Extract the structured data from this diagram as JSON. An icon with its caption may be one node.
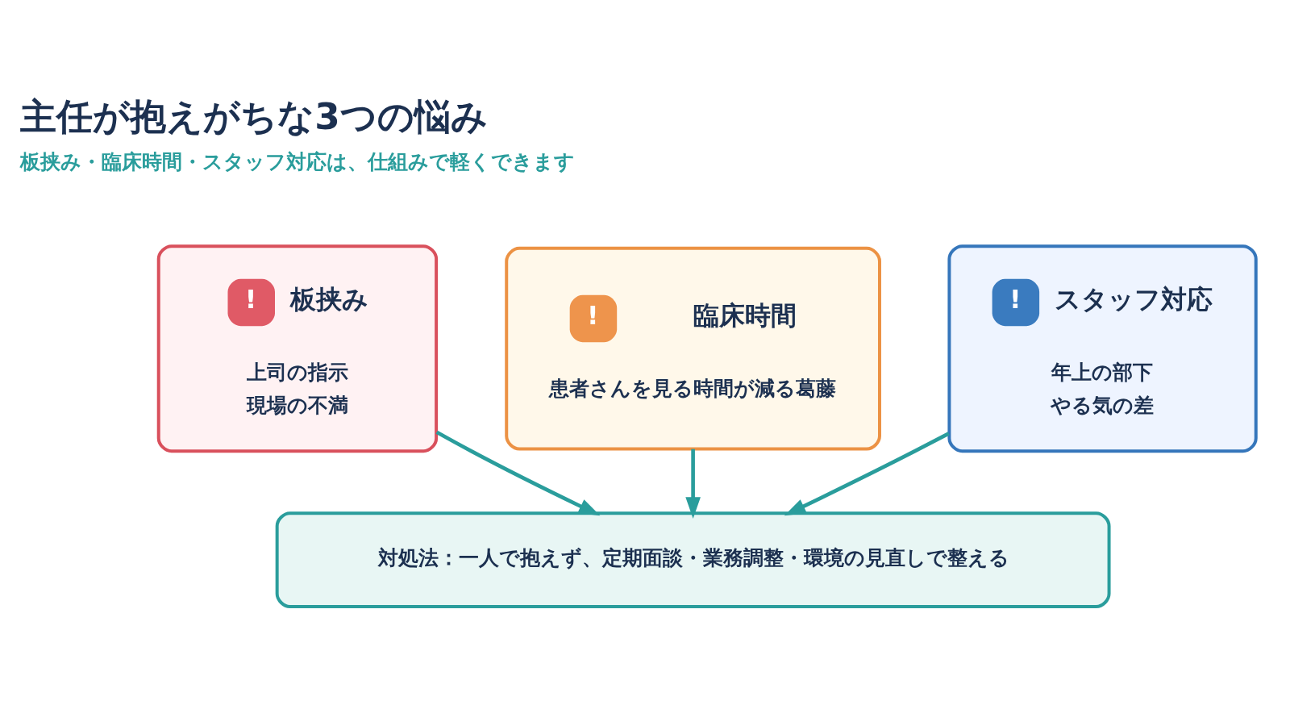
{
  "diagram": {
    "title": "主任が抱えがちな3つの悩み",
    "nodes": [
      {
        "text": [
          "!",
          "板挟み",
          "上司の指示",
          "現場の不満"
        ]
      },
      {
        "text": [
          "!",
          "臨床時間",
          "患者さんを見る時間が減る葛藤"
        ]
      },
      {
        "text": [
          "!",
          "スタッフ対応",
          "年上の部下",
          "やる気の差"
        ]
      },
      {
        "text": [
          "対処法：一人で抱えず、定期面談・業務調整・環境の見直しで整える"
        ]
      }
    ],
    "edges": [
      {
        "from": 0,
        "to": 3,
        "arrow": "to"
      },
      {
        "from": 1,
        "to": 3,
        "arrow": "to"
      },
      {
        "from": 2,
        "to": 3,
        "arrow": "to"
      }
    ],
    "labels": [
      "板挟み・臨床時間・スタッフ対応は、仕組みで軽くできます"
    ]
  }
}
